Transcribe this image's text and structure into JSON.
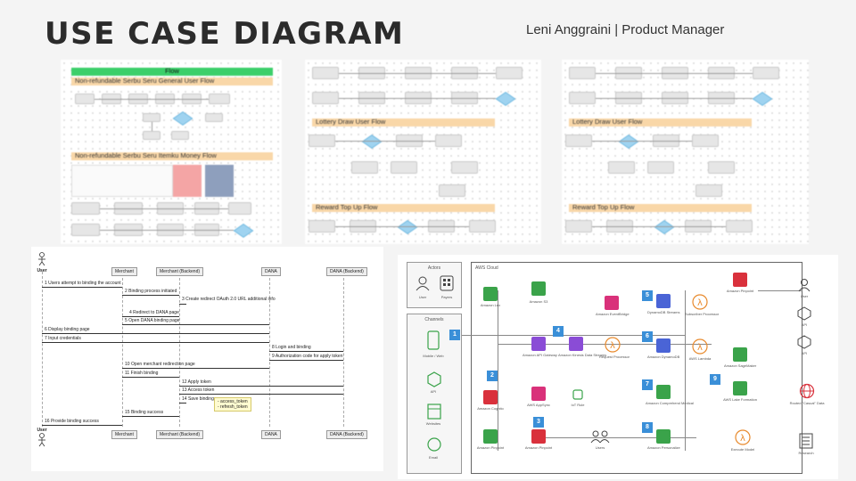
{
  "header": {
    "title": "USE CASE DIAGRAM",
    "author": "Leni Anggraini | Product Manager"
  },
  "flow_board_1": {
    "banner": "Flow",
    "section_1": "Non-refundable Serbu Seru General User Flow",
    "section_2": "Non-refundable Serbu Seru Itemku Money Flow"
  },
  "flow_board_2": {
    "section_1": "Lottery Draw User Flow",
    "section_2": "Reward Top Up Flow"
  },
  "flow_board_3": {
    "section_1": "Lottery Draw User Flow",
    "section_2": "Reward Top Up Flow"
  },
  "sequence": {
    "participants": [
      "User",
      "Merchant",
      "Merchant (Backend)",
      "DANA",
      "DANA (Backend)"
    ],
    "messages": [
      "1 Users attempt to binding the account",
      "2 Binding process initiated",
      "3 Create redirect OAuth 2.0 URL additional info",
      "4 Redirect to DANA page",
      "5 Open DANA binding page",
      "6 Display binding page",
      "7 Input credentials",
      "8 Login and binding",
      "9 Authorization code for apply token",
      "10 Open merchant redirection page",
      "11 Finish binding",
      "12 Apply token",
      "13 Access token",
      "14 Save binding",
      "15 Binding success",
      "16 Provide binding success"
    ],
    "note": [
      "- access_token",
      "- refresh_token"
    ]
  },
  "aws": {
    "actors_title": "Actors",
    "actor_user": "User",
    "actor_payers": "Payers",
    "channels_title": "Channels",
    "channel_mobile": "Mobile / Web",
    "channel_api": "API",
    "channel_websites": "Websites",
    "channel_email": "Email",
    "cloud_label": "AWS Cloud",
    "numbers": [
      "1",
      "2",
      "3",
      "4",
      "5",
      "6",
      "7",
      "8",
      "9"
    ],
    "services": {
      "lex": "Amazon Lex",
      "s3": "Amazon S3",
      "cognito": "Amazon Cognito",
      "api_gateway": "Amazon API Gateway",
      "kinesis": "Amazon Kinesis Data Streams",
      "request_processor": "Request Processor",
      "appsync": "AWS AppSync",
      "iot": "IoT Rule",
      "pinpoint": "Amazon Pinpoint",
      "pinpoint_2": "Amazon Pinpoint",
      "users": "Users",
      "eventbridge": "Amazon EventBridge",
      "dynamodb_streams": "DynamoDB Streams",
      "subscriber": "Subscriber Processor",
      "dynamodb": "Amazon DynamoDB",
      "lambda": "AWS Lambda",
      "comprehend": "Amazon Comprehend Medical",
      "personalize": "Amazon Personalize",
      "execute": "Execute Model",
      "pinpoint_r": "Amazon Pinpoint",
      "sagemaker": "Amazon SageMaker",
      "lake_formation": "AWS Lake Formation"
    },
    "right": {
      "user": "User",
      "api": "API",
      "api_2": "API",
      "casual": "Routed \"Casual\" Data",
      "research": "Research"
    }
  }
}
